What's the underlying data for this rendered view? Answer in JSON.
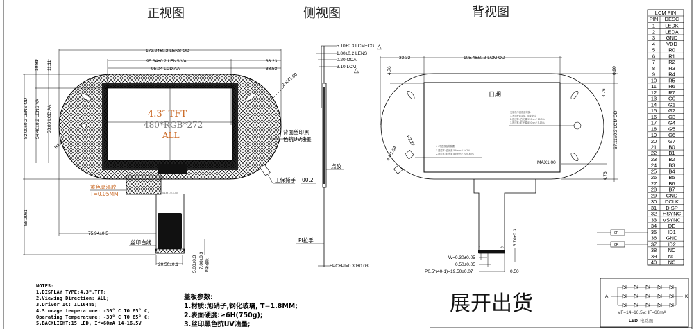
{
  "titles": {
    "front": "正视图",
    "side": "侧视图",
    "back": "背视图"
  },
  "front": {
    "display_line1": "4.3″ TFT",
    "display_line2": "480*RGB*272",
    "display_line3": "ALL",
    "dim_lens_od_w": "172.24±0.2 LENS OD",
    "dim_lens_va_w": "95.64±0.2 LENS VA",
    "dim_lcd_aa_w": "95.04 LCD AA",
    "dim_38_23": "38.23",
    "dim_38_53": "38.53",
    "dim_10_81": "10.81",
    "dim_11_11": "11.11",
    "dim_lens_od_h": "82.00±0.2 LENS OD",
    "dim_lens_va_h": "54.46±0.2 LENS VA",
    "dim_lcd_aa_h": "53.86 LCD AA",
    "dim_r_left": "R2.60",
    "dim_r41": "2-R41.00",
    "dim_58_29": "58.29±1",
    "dim_75_94": "75.94±0.5",
    "dim_20_50": "20.50±0.1",
    "dim_5_00": "5.00±0.3",
    "dim_7_00": "7.00±0.3",
    "dim_7_00_note": "PI补强板",
    "fpc_code": "-04337-0-5-40",
    "label_back_ink": [
      "背面丝印黑",
      "色抗UV油墨"
    ],
    "label_yellow_tape": "黄色高温胶",
    "label_tape_thickness": "T=0.05MM",
    "label_silk_line": "丝印白线",
    "label_protect_tab": "正保撕手",
    "label_00_2": "00.2"
  },
  "side": {
    "dim_total": "5.10±0.3 LCM+CG",
    "dim_lens": "1.80±0.2 LENS",
    "dim_oca": "0.20 OCA",
    "dim_lcm": "3.10 LCM",
    "label_glue": "点胶",
    "label_pi_tab": "PI拉手",
    "dim_fpc_pi": "FPC+PI=0.30±0.03"
  },
  "back": {
    "date_label": "日期",
    "dim_33_32": "33.32",
    "dim_lcm_od_w": "105.46±0.3 LCM OD",
    "dim_6_90": "6.90",
    "dim_4_76_a": "4.76",
    "dim_4_76_b": "4.76",
    "dim_4_76_c": "4.76",
    "dim_lcm_od_h": "67.11±0.3 LCM OD",
    "dim_max": "MAX1.00",
    "dim_hole_a": "4-3.22",
    "dim_hole_b": "4-R1.84",
    "dim_3_70": "3.70±0.3",
    "dim_w": "W=0.30±0.05",
    "dim_0_50": "0.50±0.05",
    "dim_pitch": "P0.5*(40-1)=19.50±0.07",
    "dim_0_50_r": "0.50",
    "fpc_pin_first": "1",
    "fpc_pin_last": "40",
    "note_right": [
      "光感孔不透双面背胶:",
      "1.不点胶需平整, 点胶胶料;",
      "2.透过率: 白光源 550nm / 10-5%",
      "3.透过率: 红光源 850nm / 5-15%"
    ],
    "note_left": [
      "4+不透双面背胶要:",
      "1.透过率: 白光源 550nm / 5±2%",
      "2.透过率: 红光源 850nm / 20%-60%"
    ]
  },
  "pin_table": {
    "title": "LCM PIN",
    "headers": [
      "PIN",
      "DESC"
    ],
    "rows": [
      [
        "1",
        "LEDK"
      ],
      [
        "2",
        "LEDA"
      ],
      [
        "3",
        "GND"
      ],
      [
        "4",
        "VDD"
      ],
      [
        "5",
        "R0"
      ],
      [
        "6",
        "R1"
      ],
      [
        "7",
        "R2"
      ],
      [
        "8",
        "R3"
      ],
      [
        "9",
        "R4"
      ],
      [
        "10",
        "R5"
      ],
      [
        "11",
        "R6"
      ],
      [
        "12",
        "R7"
      ],
      [
        "13",
        "G0"
      ],
      [
        "14",
        "G1"
      ],
      [
        "15",
        "G2"
      ],
      [
        "16",
        "G3"
      ],
      [
        "17",
        "G4"
      ],
      [
        "18",
        "G5"
      ],
      [
        "19",
        "G6"
      ],
      [
        "20",
        "G7"
      ],
      [
        "21",
        "B0"
      ],
      [
        "22",
        "B1"
      ],
      [
        "23",
        "B2"
      ],
      [
        "24",
        "B3"
      ],
      [
        "25",
        "B4"
      ],
      [
        "26",
        "B5"
      ],
      [
        "27",
        "B6"
      ],
      [
        "28",
        "B7"
      ],
      [
        "29",
        "GND"
      ],
      [
        "30",
        "DCLK"
      ],
      [
        "31",
        "DISP"
      ],
      [
        "32",
        "HSYNC"
      ],
      [
        "33",
        "VSYNC"
      ],
      [
        "34",
        "DE"
      ],
      [
        "35",
        "ID1"
      ],
      [
        "36",
        "GND"
      ],
      [
        "37",
        "ID2"
      ],
      [
        "38",
        "NC"
      ],
      [
        "39",
        "NC"
      ],
      [
        "40",
        "NC"
      ]
    ]
  },
  "resistors": [
    {
      "label": "0R"
    },
    {
      "label": "0R"
    }
  ],
  "shipping_label": "展开出货",
  "led": {
    "anode": "A",
    "cathode": "K",
    "spec": "VF=14~16.5V; IF=60mA",
    "title": "LED",
    "subtitle": "电路图"
  },
  "notes": {
    "heading": "NOTES:",
    "lines": [
      "1.DISPLAY TYPE:4.3\",TFT;",
      "2.Viewing Direction: ALL;",
      "3.Driver IC: ILI6485;",
      "4.Storage temperature: -30° C TO 85° C,",
      "Operating Temperature: -30° C TO 85° C;",
      "5.BACKLIGHT:15 LED,  If=60mA 14~16.5V"
    ]
  },
  "cover_params": {
    "heading": "盖板参数:",
    "lines": [
      "1.材质:旭硝子,钢化玻璃, T=1.8MM;",
      "2.表面硬度:≥6H(750g);",
      "3.丝印黑色抗UV油墨;"
    ]
  }
}
